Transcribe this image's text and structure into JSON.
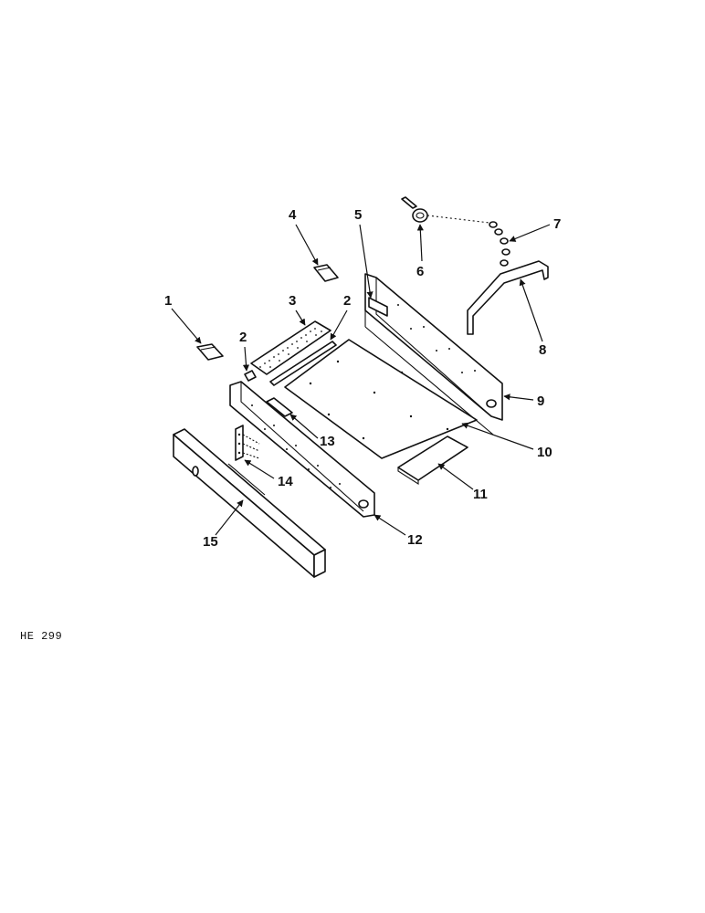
{
  "diagram": {
    "code": "HE 299",
    "callouts": [
      "1",
      "2",
      "3",
      "2",
      "4",
      "5",
      "6",
      "7",
      "8",
      "9",
      "10",
      "11",
      "12",
      "13",
      "14",
      "15"
    ]
  }
}
